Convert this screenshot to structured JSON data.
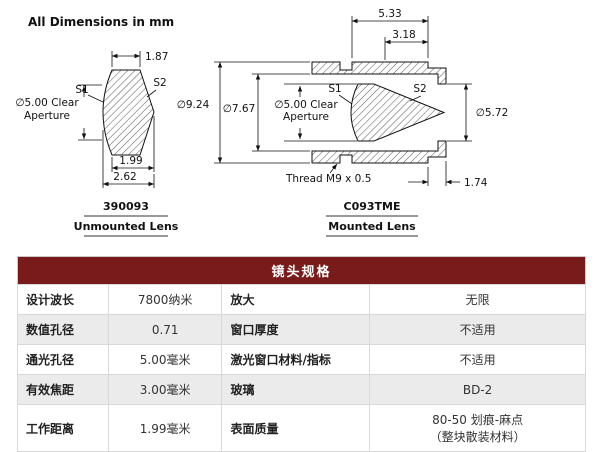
{
  "header": {
    "note": "All Dimensions in mm"
  },
  "colors": {
    "table_header_bg": "#7a1b1b",
    "row_alt": "#ebebeb",
    "line": "#111111"
  },
  "drawing": {
    "left": {
      "dim_top": "1.87",
      "s1": "S1",
      "s2": "S2",
      "aperture_line1": "∅5.00 Clear",
      "aperture_line2": "Aperture",
      "dim_edge": "1.99",
      "dim_total": "2.62",
      "part_number": "390093",
      "caption": "Unmounted Lens"
    },
    "right": {
      "dim_top1": "5.33",
      "dim_top2": "3.18",
      "dia_outer": "∅9.24",
      "dia_inner": "∅7.67",
      "aperture_line1": "∅5.00 Clear",
      "aperture_line2": "Aperture",
      "s1": "S1",
      "s2": "S2",
      "dia_right": "∅5.72",
      "thread": "Thread M9 x 0.5",
      "dim_bottom": "1.74",
      "part_number": "C093TME",
      "caption": "Mounted Lens"
    }
  },
  "table": {
    "title": "镜头规格",
    "rows": [
      {
        "label1": "设计波长",
        "value1": "7800纳米",
        "label2": "放大",
        "value2": "无限"
      },
      {
        "label1": "数值孔径",
        "value1": "0.71",
        "label2": "窗口厚度",
        "value2": "不适用"
      },
      {
        "label1": "通光孔径",
        "value1": "5.00毫米",
        "label2": "激光窗口材料/指标",
        "value2": "不适用"
      },
      {
        "label1": "有效焦距",
        "value1": "3.00毫米",
        "label2": "玻璃",
        "value2": "BD-2"
      },
      {
        "label1": "工作距离",
        "value1": "1.99毫米",
        "label2": "表面质量",
        "value2": "80-50 划痕-麻点\n（整块散装材料）"
      }
    ]
  }
}
